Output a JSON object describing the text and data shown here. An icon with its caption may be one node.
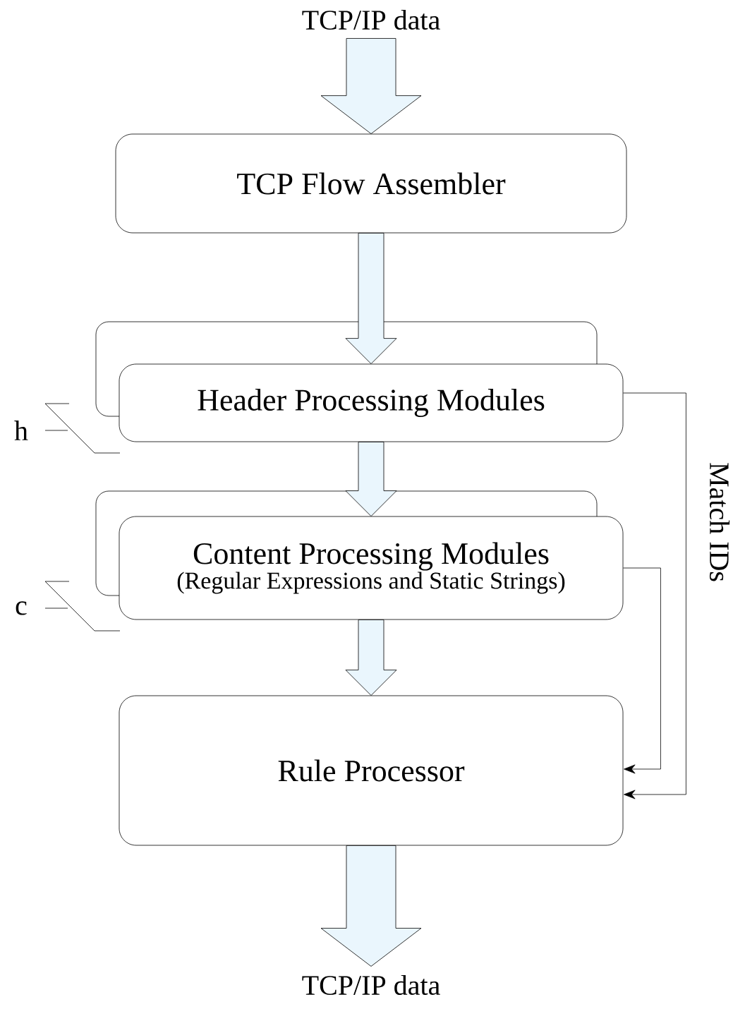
{
  "diagram": {
    "nodes": [
      {
        "text": [
          "TCP/IP data"
        ]
      },
      {
        "text": [
          "TCP Flow Assembler"
        ]
      },
      {
        "text": [
          "Header Processing Modules"
        ]
      },
      {
        "text": [
          "Content Processing Modules",
          "(Regular Expressions and Static Strings)"
        ]
      },
      {
        "text": [
          "Rule Processor"
        ]
      },
      {
        "text": [
          "TCP/IP data"
        ]
      }
    ],
    "edges": [
      {
        "from": 0,
        "to": 1,
        "arrow": "to",
        "style": "thick"
      },
      {
        "from": 1,
        "to": 2,
        "arrow": "to",
        "style": "thick"
      },
      {
        "from": 2,
        "to": 3,
        "arrow": "to",
        "style": "thick"
      },
      {
        "from": 3,
        "to": 4,
        "arrow": "to",
        "style": "thick"
      },
      {
        "from": 4,
        "to": 5,
        "arrow": "to",
        "style": "thick"
      },
      {
        "from": 2,
        "to": 4,
        "arrow": "to",
        "label": "Match IDs"
      },
      {
        "from": 3,
        "to": 4,
        "arrow": "to"
      }
    ],
    "labels": [
      "h",
      "c"
    ]
  }
}
